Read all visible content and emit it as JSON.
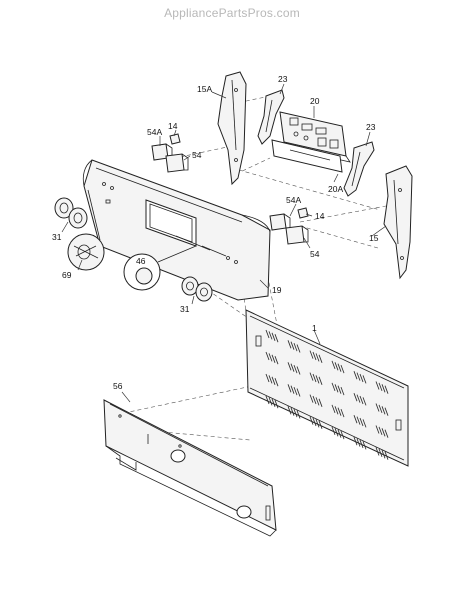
{
  "watermark": "AppliancePartsPros.com",
  "callouts": {
    "c15A": "15A",
    "c23a": "23",
    "c20": "20",
    "c23b": "23",
    "c54Aa": "54A",
    "c14a": "14",
    "c54a": "54",
    "c20A": "20A",
    "c54Ab": "54A",
    "c14b": "14",
    "c54b": "54",
    "c15": "15",
    "c31a": "31",
    "c69": "69",
    "c46": "46",
    "c31b": "31",
    "c19": "19",
    "c1": "1",
    "c56": "56"
  }
}
